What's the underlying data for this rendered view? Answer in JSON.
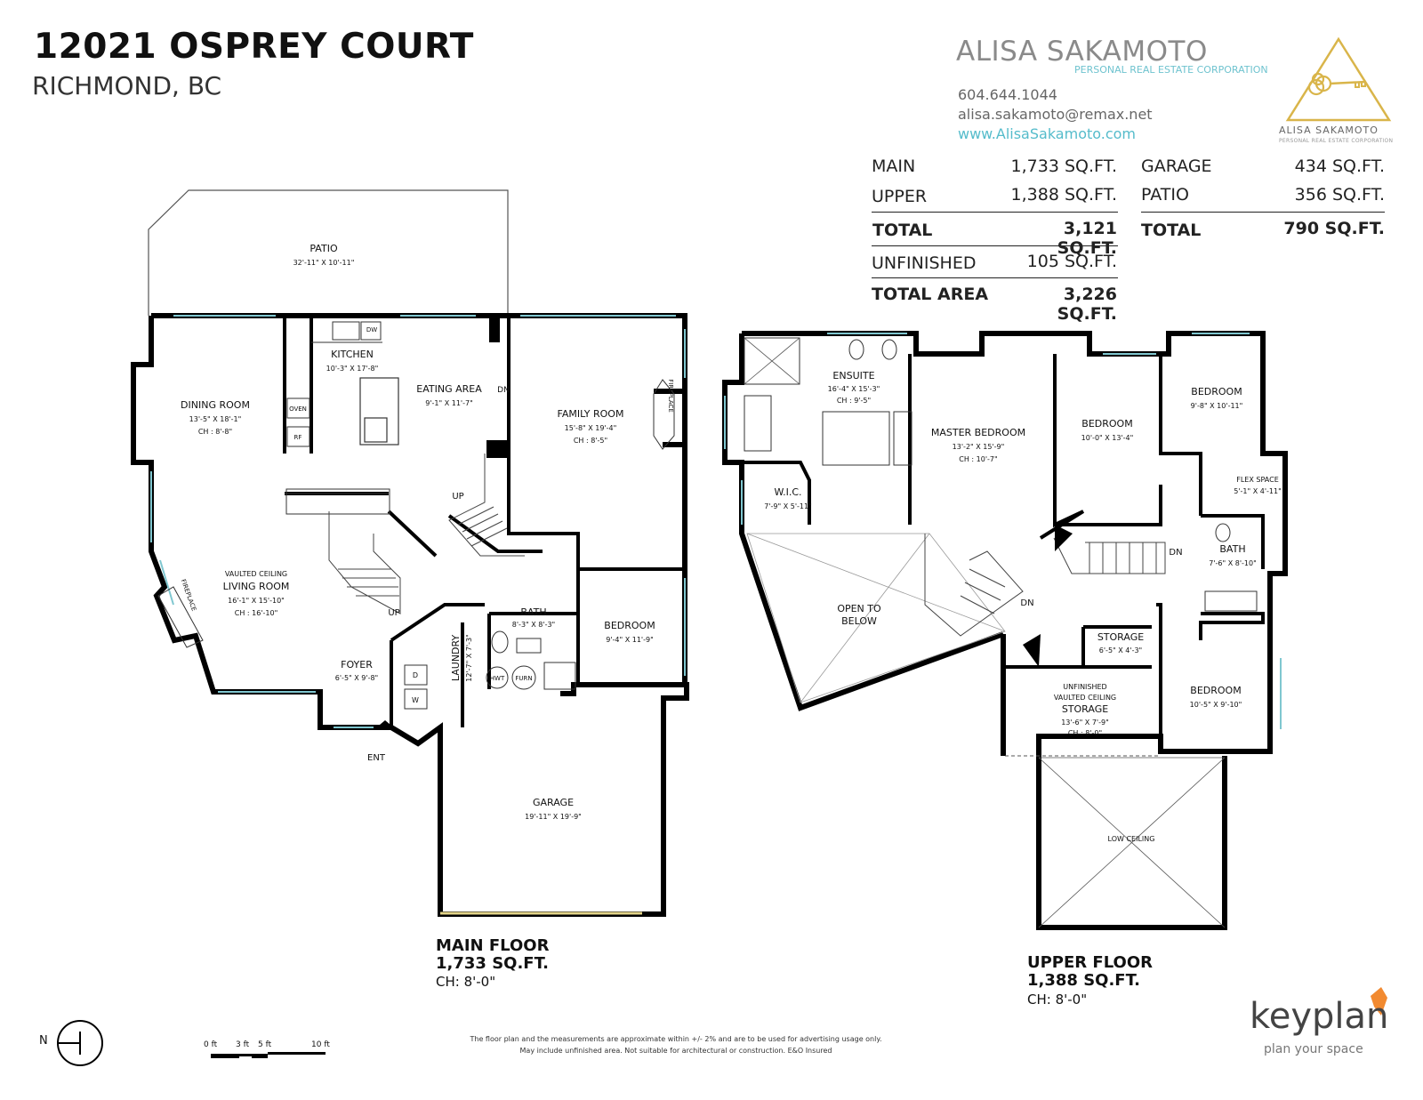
{
  "header": {
    "address": "12021 OSPREY COURT",
    "city": "RICHMOND, BC"
  },
  "agent": {
    "name": "ALISA SAKAMOTO",
    "subtitle": "PERSONAL REAL ESTATE CORPORATION",
    "phone": "604.644.1044",
    "email": "alisa.sakamoto@remax.net",
    "website": "www.AlisaSakamoto.com",
    "logo_name": "ALISA SAKAMOTO",
    "logo_sub": "PERSONAL REAL ESTATE CORPORATION",
    "logo_color": "#d9b54a"
  },
  "areas_left": [
    {
      "label": "MAIN",
      "value": "1,733 SQ.FT.",
      "bold": false
    },
    {
      "label": "UPPER",
      "value": "1,388 SQ.FT.",
      "bold": false
    },
    {
      "label": "TOTAL",
      "value": "3,121 SQ.FT.",
      "bold": true
    },
    {
      "label": "UNFINISHED",
      "value": "105 SQ.FT.",
      "bold": false
    },
    {
      "label": "TOTAL AREA",
      "value": "3,226 SQ.FT.",
      "bold": true
    }
  ],
  "areas_right": [
    {
      "label": "GARAGE",
      "value": "434 SQ.FT.",
      "bold": false
    },
    {
      "label": "PATIO",
      "value": "356 SQ.FT.",
      "bold": false
    },
    {
      "label": "TOTAL",
      "value": "790 SQ.FT.",
      "bold": true
    }
  ],
  "main_floor": {
    "title": "MAIN FLOOR",
    "area": "1,733 SQ.FT.",
    "ceiling": "CH: 8'-0\"",
    "rooms": {
      "patio": {
        "name": "PATIO",
        "dim": "32'-11\" X 10'-11\""
      },
      "kitchen": {
        "name": "KITCHEN",
        "dim": "10'-3\" X 17'-8\""
      },
      "eating": {
        "name": "EATING AREA",
        "dim": "9'-1\" X 11'-7\""
      },
      "dining": {
        "name": "DINING ROOM",
        "dim": "13'-5\" X 18'-1\"",
        "ch": "CH : 8'-8\""
      },
      "family": {
        "name": "FAMILY ROOM",
        "dim": "15'-8\" X 19'-4\"",
        "ch": "CH : 8'-5\""
      },
      "living": {
        "pre": "VAULTED CEILING",
        "name": "LIVING ROOM",
        "dim": "16'-1\" X 15'-10\"",
        "ch": "CH : 16'-10\""
      },
      "foyer": {
        "name": "FOYER",
        "dim": "6'-5\" X 9'-8\""
      },
      "laundry": {
        "name": "LAUNDRY",
        "dim": "12'-7\" X 7'-3\""
      },
      "bath": {
        "name": "BATH",
        "dim": "8'-3\" X 8'-3\""
      },
      "bedroom": {
        "name": "BEDROOM",
        "dim": "9'-4\" X 11'-9\""
      },
      "garage": {
        "name": "GARAGE",
        "dim": "19'-11\" X 19'-9\""
      }
    },
    "labels": {
      "dw": "DW",
      "oven": "OVEN",
      "rf": "RF",
      "dn": "DN",
      "up1": "UP",
      "up2": "UP",
      "fireplace1": "FIREPLACE",
      "fireplace2": "FIREPLACE",
      "d": "D",
      "w": "W",
      "hwt": "HWT",
      "furn": "FURN",
      "ent": "ENT"
    }
  },
  "upper_floor": {
    "title": "UPPER FLOOR",
    "area": "1,388 SQ.FT.",
    "ceiling": "CH: 8'-0\"",
    "rooms": {
      "ensuite": {
        "name": "ENSUITE",
        "dim": "16'-4\" X 15'-3\"",
        "ch": "CH : 9'-5\""
      },
      "master": {
        "name": "MASTER BEDROOM",
        "dim": "13'-2\" X 15'-9\"",
        "ch": "CH : 10'-7\""
      },
      "bedroom2": {
        "name": "BEDROOM",
        "dim": "10'-0\" X 13'-4\""
      },
      "bedroom3": {
        "name": "BEDROOM",
        "dim": "9'-8\" X 10'-11\""
      },
      "flex": {
        "name": "FLEX SPACE",
        "dim": "5'-1\" X 4'-11\""
      },
      "bath": {
        "name": "BATH",
        "dim": "7'-6\" X 8'-10\""
      },
      "wic": {
        "name": "W.I.C.",
        "dim": "7'-9\" X 5'-11\""
      },
      "open1": "OPEN TO",
      "open2": "BELOW",
      "storage": {
        "name": "STORAGE",
        "dim": "6'-5\" X 4'-3\""
      },
      "unfinished": {
        "l1": "UNFINISHED",
        "l2": "VAULTED CEILING",
        "name": "STORAGE",
        "dim": "13'-6\" X 7'-9\"",
        "ch": "CH : 8'-0\""
      },
      "bedroom4": {
        "name": "BEDROOM",
        "dim": "10'-5\" X 9'-10\""
      },
      "low": "LOW CEILING"
    },
    "labels": {
      "dn1": "DN",
      "dn2": "DN"
    }
  },
  "scale": {
    "north": "N",
    "t0": "0 ft",
    "t3": "3 ft",
    "t5": "5 ft",
    "t10": "10 ft"
  },
  "disclaimer": {
    "line1": "The floor plan and the measurements are approximate within +/- 2% and are to be used for advertising usage only.",
    "line2": "May include unfinished area. Not suitable for architectural or construction. E&O Insured"
  },
  "brand": {
    "name": "keyplan",
    "tagline": "plan your space",
    "accent": "#f28a30"
  }
}
